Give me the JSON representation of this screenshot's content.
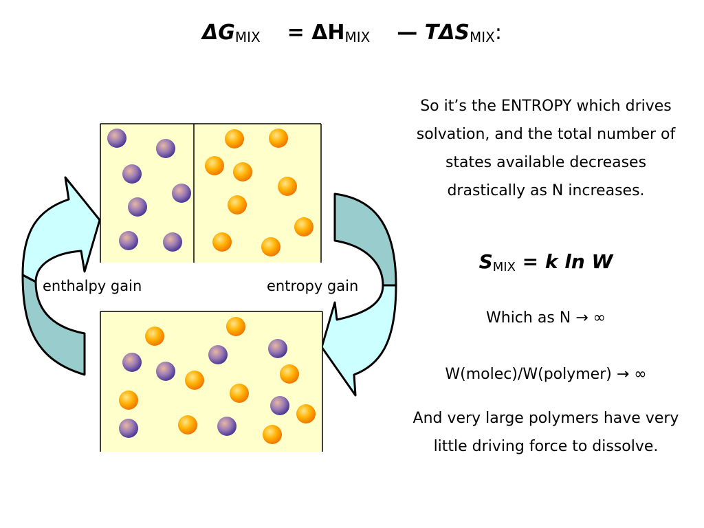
{
  "title": {
    "delta_g": "ΔG",
    "sub_mix_1": "MIX",
    "equals": "= ΔH",
    "sub_mix_2": "MIX",
    "minus": "—",
    "t_delta_s": "TΔS",
    "sub_mix_3": "MIX",
    "colon": ":"
  },
  "labels": {
    "enthalpy_gain": "enthalpy gain",
    "entropy_gain": "entropy gain"
  },
  "right": {
    "paragraph_1": "So it’s the ENTROPY which drives solvation, and the total number of states available decreases drastically as N increases.",
    "eq_s": "S",
    "eq_sub": "MIX",
    "eq_rest": " = k ln W",
    "which_as": "Which as N → ∞",
    "ratio": "W(molec)/W(polymer) → ∞",
    "paragraph_2": "And very large polymers have very little driving force to dissolve."
  },
  "colors": {
    "box_fill": "#ffffcc",
    "purple_particle": "#7a63b0",
    "orange_particle": "#ff9b00",
    "left_arrow_fill": "#ccffff",
    "right_arrow_fill": "#99cccc"
  }
}
